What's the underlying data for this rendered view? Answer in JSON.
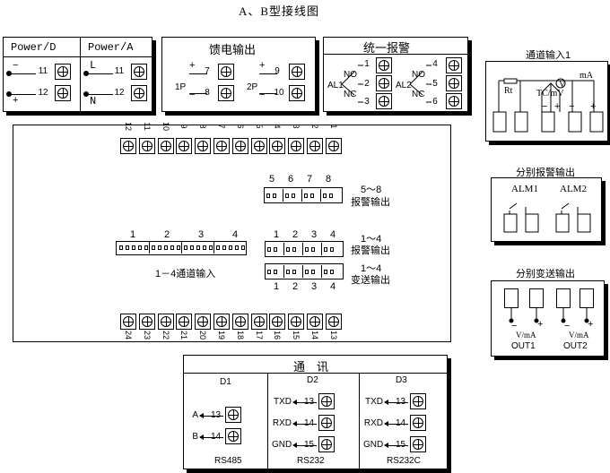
{
  "title": "A、B型接线图",
  "power_d": {
    "label": "Power/D",
    "t1": "11",
    "t2": "12",
    "minus": "−",
    "plus": "+"
  },
  "power_a": {
    "label": "Power/A",
    "t1": "11",
    "t2": "12",
    "l": "L",
    "n": "N"
  },
  "feed": {
    "label": "馈电输出",
    "p1": "1P",
    "p2": "2P",
    "t7": "7",
    "t8": "8",
    "t9": "9",
    "t10": "10",
    "plus": "+",
    "minus": "−"
  },
  "alarm": {
    "label": "统一报警",
    "al1": "AL1",
    "al2": "AL2",
    "no": "NO",
    "nc": "NC",
    "t1": "1",
    "t2": "2",
    "t3": "3",
    "t4": "4",
    "t5": "5",
    "t6": "6"
  },
  "top_terminals": [
    "12",
    "11",
    "10",
    "9",
    "8",
    "7",
    "6",
    "5",
    "4",
    "3",
    "2",
    "1"
  ],
  "bottom_terminals": [
    "24",
    "23",
    "22",
    "21",
    "20",
    "19",
    "18",
    "17",
    "16",
    "15",
    "14",
    "13"
  ],
  "panel": {
    "alarm58_nums": [
      "5",
      "6",
      "7",
      "8"
    ],
    "alarm58_l1": "5～8",
    "alarm58_l2": "报警输出",
    "ch_nums": [
      "1",
      "2",
      "3",
      "4"
    ],
    "ch_label": "1－4通道输入",
    "alarm14_nums": [
      "1",
      "2",
      "3",
      "4"
    ],
    "alarm14_l1": "1～4",
    "alarm14_l2": "报警输出",
    "trans_nums": [
      "1",
      "2",
      "3",
      "4"
    ],
    "trans_l1": "1～4",
    "trans_l2": "变送输出"
  },
  "comm": {
    "title": "通　讯",
    "d1": "D1",
    "d2": "D2",
    "d3": "D3",
    "d1_rows": [
      {
        "sig": "A",
        "num": "13"
      },
      {
        "sig": "B",
        "num": "14"
      }
    ],
    "d2_rows": [
      {
        "sig": "TXD",
        "num": "13"
      },
      {
        "sig": "RXD",
        "num": "14"
      },
      {
        "sig": "GND",
        "num": "15"
      }
    ],
    "d3_rows": [
      {
        "sig": "TXD",
        "num": "13"
      },
      {
        "sig": "RXD",
        "num": "14"
      },
      {
        "sig": "GND",
        "num": "15"
      }
    ],
    "f1": "RS485",
    "f2": "RS232",
    "f3": "RS232C"
  },
  "channel_input": {
    "title": "通道输入1",
    "rt": "Rt",
    "tc": "TC/mV",
    "v": "V",
    "ma": "mA",
    "minus": "−",
    "plus": "+"
  },
  "sep_alarm": {
    "title": "分别报警输出",
    "alm1": "ALM1",
    "alm2": "ALM2"
  },
  "sep_trans": {
    "title": "分别变送输出",
    "va": "V/mA",
    "out1": "OUT1",
    "out2": "OUT2",
    "minus": "−",
    "plus": "+"
  }
}
